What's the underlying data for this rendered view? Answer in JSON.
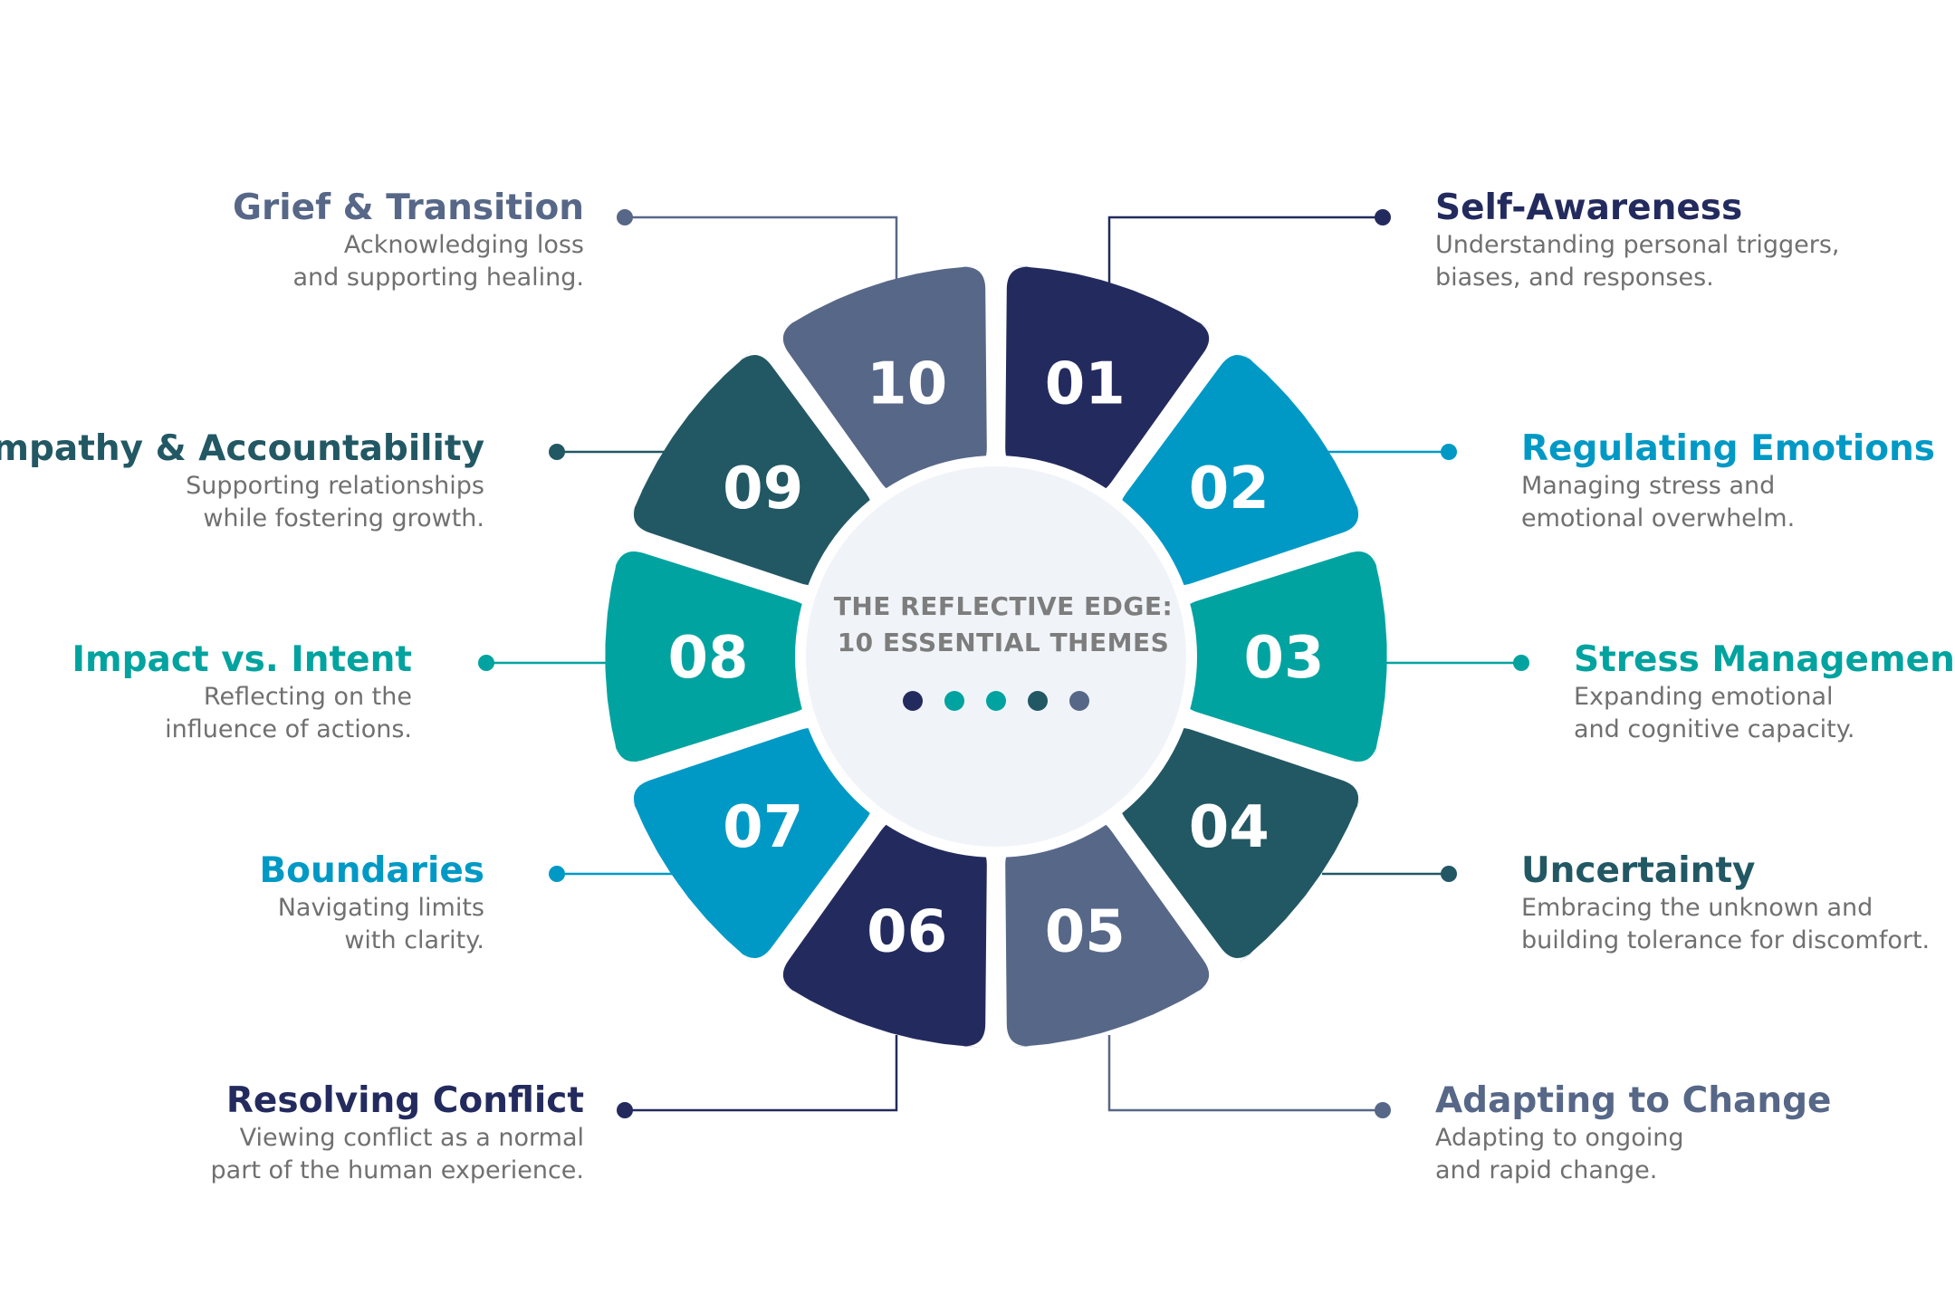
{
  "title_lines": [
    "THE REFLECTIVE EDGE:",
    "10 ESSENTIAL THEMES"
  ],
  "center_dot_colors": [
    "#232b5e",
    "#00a39f",
    "#00a39f",
    "#225864",
    "#576788"
  ],
  "themes": [
    {
      "num": "01",
      "title": "Self-Awareness",
      "lines": [
        "Understanding personal triggers,",
        "biases, and responses."
      ],
      "color": "#232b5e"
    },
    {
      "num": "02",
      "title": "Regulating Emotions",
      "lines": [
        "Managing stress and",
        "emotional overwhelm."
      ],
      "color": "#0099c5"
    },
    {
      "num": "03",
      "title": "Stress Management",
      "lines": [
        "Expanding emotional",
        "and cognitive capacity."
      ],
      "color": "#00a39f"
    },
    {
      "num": "04",
      "title": "Uncertainty",
      "lines": [
        "Embracing the unknown and",
        "building tolerance for discomfort."
      ],
      "color": "#225864"
    },
    {
      "num": "05",
      "title": "Adapting to Change",
      "lines": [
        "Adapting to ongoing",
        "and rapid change."
      ],
      "color": "#576788"
    },
    {
      "num": "06",
      "title": "Resolving Conflict",
      "lines": [
        "Viewing conflict as a normal",
        "part of the human experience."
      ],
      "color": "#232b5e"
    },
    {
      "num": "07",
      "title": "Boundaries",
      "lines": [
        "Navigating limits",
        "with clarity."
      ],
      "color": "#0099c5"
    },
    {
      "num": "08",
      "title": "Impact vs. Intent",
      "lines": [
        "Reflecting on the",
        "influence of actions."
      ],
      "color": "#00a39f"
    },
    {
      "num": "09",
      "title": "Empathy & Accountability",
      "lines": [
        "Supporting relationships",
        "while fostering growth."
      ],
      "color": "#225864"
    },
    {
      "num": "10",
      "title": "Grief & Transition",
      "lines": [
        "Acknowledging loss",
        "and supporting healing."
      ],
      "color": "#576788"
    }
  ]
}
